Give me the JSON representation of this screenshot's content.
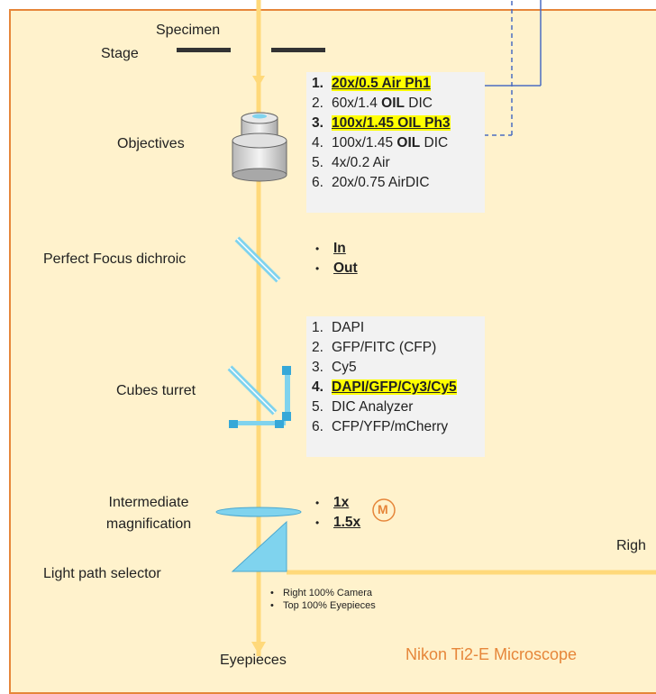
{
  "labels": {
    "stage": "Stage",
    "specimen": "Specimen",
    "objectives": "Objectives",
    "perfect_focus": "Perfect Focus dichroic",
    "cubes_turret": "Cubes turret",
    "intermediate_1": "Intermediate",
    "intermediate_2": "magnification",
    "light_path": "Light path selector",
    "eyepieces": "Eyepieces",
    "right_cut": "Righ",
    "microscope": "Nikon Ti2-E Microscope",
    "m_badge": "M"
  },
  "objectives_list": [
    {
      "num": "1.",
      "text": "20x/0.5 Air Ph1",
      "highlight": true
    },
    {
      "num": "2.",
      "pre": "60x/1.4 ",
      "bold": "OIL",
      "post": " DIC"
    },
    {
      "num": "3.",
      "text": "100x/1.45 OIL Ph3",
      "highlight": true
    },
    {
      "num": "4.",
      "pre": "100x/1.45 ",
      "bold": "OIL",
      "post": " DIC"
    },
    {
      "num": "5.",
      "pre": "4x/0.2 Air"
    },
    {
      "num": "6.",
      "pre": "20x/0.75 AirDIC"
    }
  ],
  "perfect_focus_options": [
    "In",
    "Out"
  ],
  "cubes_list": [
    {
      "num": "1.",
      "pre": "DAPI"
    },
    {
      "num": "2.",
      "pre": "GFP/FITC (CFP)"
    },
    {
      "num": "3.",
      "pre": "Cy5"
    },
    {
      "num": "4.",
      "text": "DAPI/GFP/Cy3/Cy5",
      "highlight": true
    },
    {
      "num": "5.",
      "pre": "DIC Analyzer"
    },
    {
      "num": "6.",
      "pre": "CFP/YFP/mCherry"
    }
  ],
  "magnification_options": [
    "1x",
    "1.5x"
  ],
  "light_path_options": [
    "Right 100% Camera",
    "Top 100% Eyepieces"
  ],
  "colors": {
    "frame_fill": "#fff2cc",
    "frame_border": "#e6863a",
    "beam": "#ffd97a",
    "optic": "#7fd3ee",
    "highlight": "#ffff00",
    "connector": "#4a6cc2",
    "brand": "#e6863a"
  }
}
